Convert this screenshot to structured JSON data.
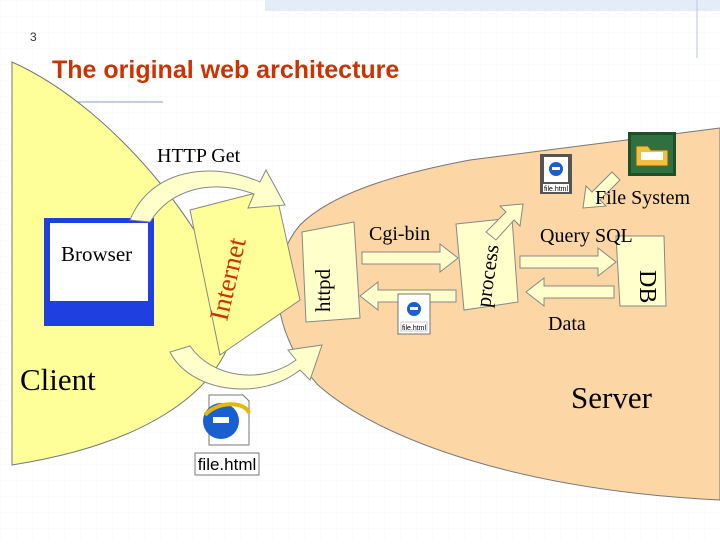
{
  "slide": {
    "number": "3",
    "title": "The original web architecture"
  },
  "labels": {
    "http_get": "HTTP Get",
    "browser": "Browser",
    "internet": "Internet",
    "httpd": "httpd",
    "process": "process",
    "db": "DB",
    "cgi_bin": "Cgi-bin",
    "query_sql": "Query SQL",
    "data": "Data",
    "file_system": "File System",
    "client": "Client",
    "server": "Server"
  },
  "icons": {
    "file_icon": "file-html-icon",
    "folder_icon": "folder-icon",
    "ie_icon": "internet-explorer-icon",
    "file_caption": "file.html"
  },
  "colors": {
    "title": "#cc3300",
    "client_area": "#ffff99",
    "server_area": "#fcd6a4",
    "arrow_fill": "#ffffcc",
    "ie_blue": "#1a5fcf",
    "monitor_blue": "#1f3fe0"
  }
}
